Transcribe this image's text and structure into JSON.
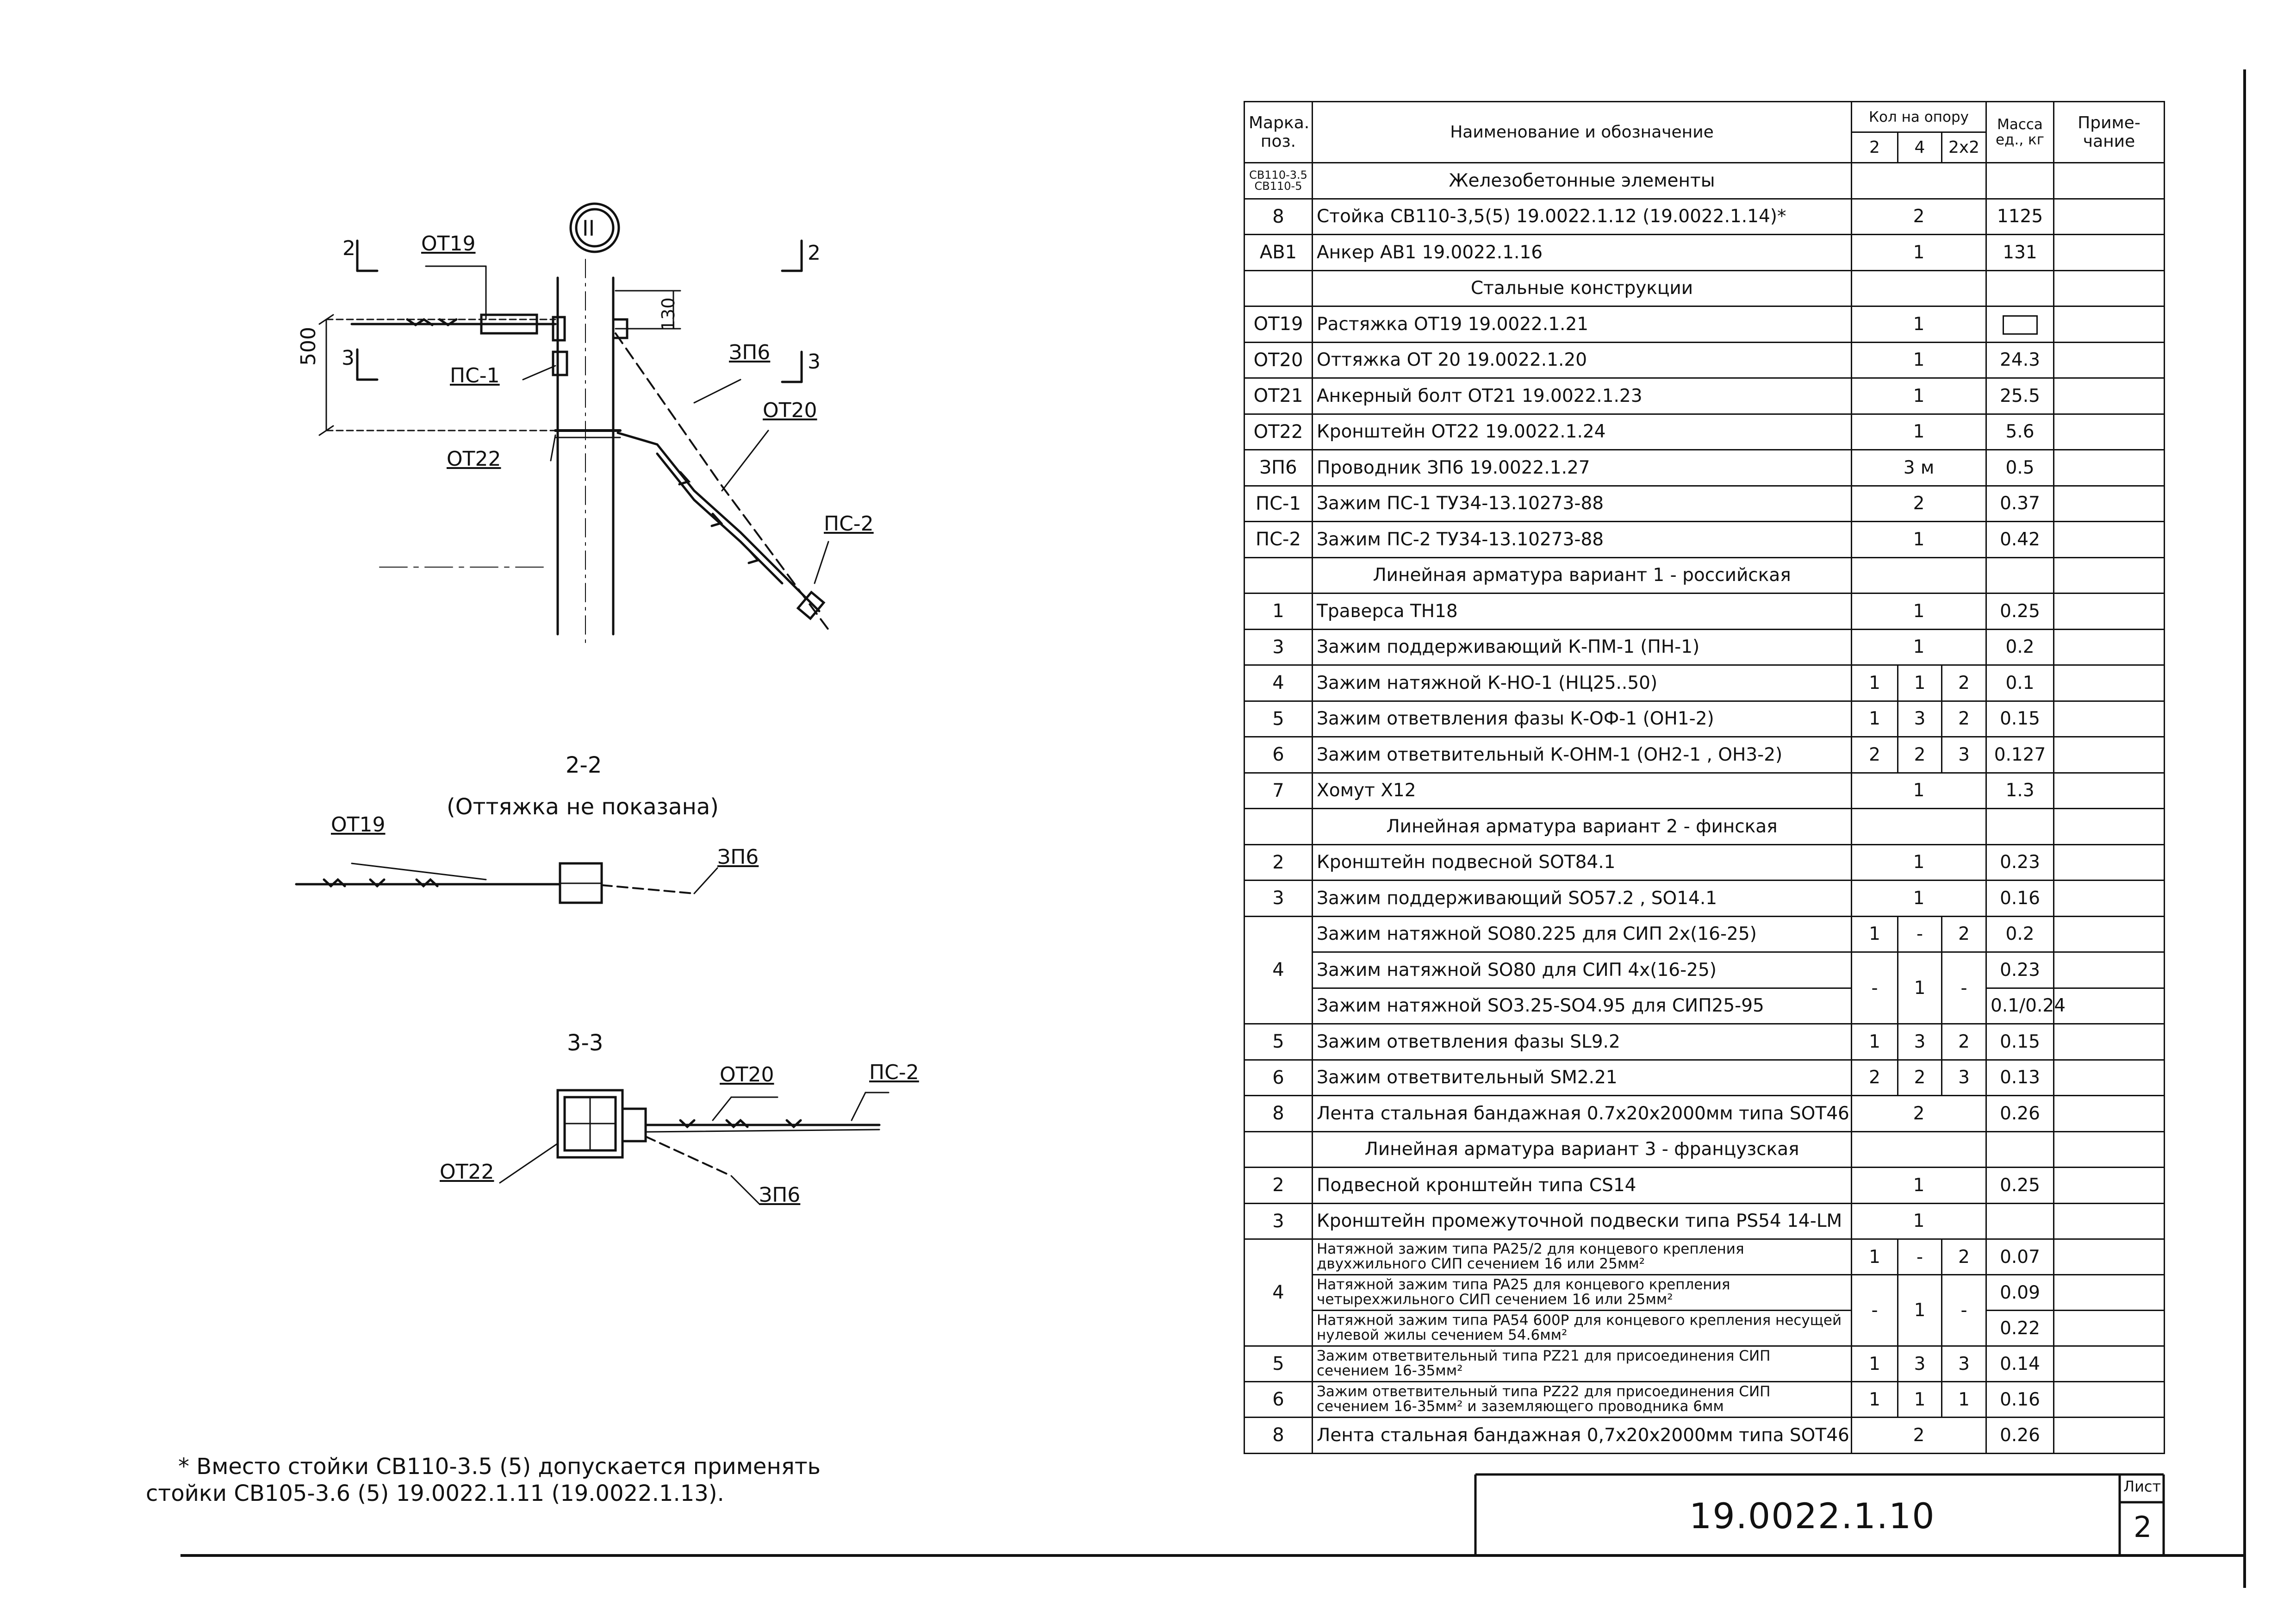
{
  "drawings": {
    "callout": "II",
    "main": {
      "labels": [
        "ОТ19",
        "ПС-1",
        "ЗП6",
        "ОТ20",
        "ОТ22",
        "ПС-2"
      ],
      "dims": {
        "height": "500",
        "small": "130"
      },
      "section_marks": [
        "2",
        "2",
        "3",
        "3"
      ]
    },
    "section_22": {
      "title": "2-2",
      "subtitle": "(Оттяжка не показана)",
      "labels": [
        "ОТ19",
        "ЗП6"
      ]
    },
    "section_33": {
      "title": "3-3",
      "labels": [
        "ОТ20",
        "ПС-2",
        "ОТ22",
        "ЗП6"
      ]
    }
  },
  "table": {
    "headers": {
      "mark": "Марка. поз.",
      "name": "Наименование и обозначение",
      "qty": "Кол на опору",
      "qty_cols": [
        "2",
        "4",
        "2x2"
      ],
      "mass": "Масса ед., кг",
      "note": "Приме- чание"
    },
    "rows": [
      {
        "kind": "section",
        "mark": "СВ110-3.5 СВ110-5",
        "name": "Железобетонные элементы"
      },
      {
        "mark": "8",
        "name": "Стойка СВ110-3,5(5) 19.0022.1.12 (19.0022.1.14)*",
        "qty": "2",
        "mass": "1125"
      },
      {
        "mark": "АВ1",
        "name": "Анкер АВ1 19.0022.1.16",
        "qty": "1",
        "mass": "131"
      },
      {
        "kind": "section",
        "mark": "",
        "name": "Стальные конструкции"
      },
      {
        "mark": "ОТ19",
        "name": "Растяжка ОТ19 19.0022.1.21",
        "qty": "1",
        "mass": ""
      },
      {
        "mark": "ОТ20",
        "name": "Оттяжка ОТ 20 19.0022.1.20",
        "qty": "1",
        "mass": "24.3"
      },
      {
        "mark": "ОТ21",
        "name": "Анкерный болт ОТ21 19.0022.1.23",
        "qty": "1",
        "mass": "25.5"
      },
      {
        "mark": "ОТ22",
        "name": "Кронштейн ОТ22 19.0022.1.24",
        "qty": "1",
        "mass": "5.6"
      },
      {
        "mark": "ЗП6",
        "name": "Проводник ЗП6 19.0022.1.27",
        "qty": "3 м",
        "mass": "0.5"
      },
      {
        "mark": "ПС-1",
        "name": "Зажим ПС-1 ТУ34-13.10273-88",
        "qty": "2",
        "mass": "0.37"
      },
      {
        "mark": "ПС-2",
        "name": "Зажим ПС-2 ТУ34-13.10273-88",
        "qty": "1",
        "mass": "0.42"
      },
      {
        "kind": "section",
        "mark": "",
        "name": "Линейная арматура вариант 1 - российская"
      },
      {
        "mark": "1",
        "name": "Траверса ТН18",
        "qty": "1",
        "mass": "0.25"
      },
      {
        "mark": "3",
        "name": "Зажим поддерживающий К-ПМ-1 (ПН-1)",
        "qty": "1",
        "mass": "0.2"
      },
      {
        "mark": "4",
        "name": "Зажим натяжной К-НО-1 (НЦ25..50)",
        "q2": "1",
        "q4": "1",
        "q22": "2",
        "mass": "0.1"
      },
      {
        "mark": "5",
        "name": "Зажим ответвления фазы К-ОФ-1 (ОН1-2)",
        "q2": "1",
        "q4": "3",
        "q22": "2",
        "mass": "0.15"
      },
      {
        "mark": "6",
        "name": "Зажим ответвительный К-ОНМ-1 (ОН2-1 , ОН3-2)",
        "q2": "2",
        "q4": "2",
        "q22": "3",
        "mass": "0.127"
      },
      {
        "mark": "7",
        "name": "Хомут Х12",
        "qty": "1",
        "mass": "1.3"
      },
      {
        "kind": "section",
        "mark": "",
        "name": "Линейная арматура вариант 2 - финская"
      },
      {
        "mark": "2",
        "name": "Кронштейн подвесной SOT84.1",
        "qty": "1",
        "mass": "0.23"
      },
      {
        "mark": "3",
        "name": "Зажим поддерживающий SO57.2 , SO14.1",
        "qty": "1",
        "mass": "0.16"
      },
      {
        "mark": "4",
        "name": "Зажим натяжной SO80.225 для СИП 2х(16-25)",
        "q2": "1",
        "q4": "-",
        "q22": "2",
        "mass": "0.2"
      },
      {
        "mark": "",
        "name": "Зажим натяжной SO80 для СИП 4х(16-25)",
        "q2": "-",
        "q4": "1",
        "q22": "-",
        "mass": "0.23"
      },
      {
        "mark": "",
        "name": "Зажим натяжной SO3.25-SO4.95 для СИП25-95",
        "mass": "0.1/0.24"
      },
      {
        "mark": "5",
        "name": "Зажим ответвления фазы SL9.2",
        "q2": "1",
        "q4": "3",
        "q22": "2",
        "mass": "0.15"
      },
      {
        "mark": "6",
        "name": "Зажим ответвительный SM2.21",
        "q2": "2",
        "q4": "2",
        "q22": "3",
        "mass": "0.13"
      },
      {
        "mark": "8",
        "name": "Лента стальная бандажная 0.7х20х2000мм типа SOT46",
        "qty": "2",
        "mass": "0.26"
      },
      {
        "kind": "section",
        "mark": "",
        "name": "Линейная арматура вариант 3 - французская"
      },
      {
        "mark": "2",
        "name": "Подвесной кронштейн типа CS14",
        "qty": "1",
        "mass": "0.25"
      },
      {
        "mark": "3",
        "name": "Кронштейн промежуточной подвески типа PS54 14-LM",
        "qty": "1",
        "mass": ""
      },
      {
        "mark": "4",
        "name": "Натяжной зажим типа PA25/2 для концевого крепления двухжильного СИП сечением 16 или 25мм²",
        "q2": "1",
        "q4": "-",
        "q22": "2",
        "mass": "0.07",
        "small": true
      },
      {
        "mark": "",
        "name": "Натяжной зажим типа PA25 для концевого крепления четырехжильного СИП сечением 16 или 25мм²",
        "q2": "-",
        "q4": "1",
        "q22": "-",
        "mass": "0.09",
        "small": true
      },
      {
        "mark": "",
        "name": "Натяжной зажим типа PA54 600P для концевого крепления несущей нулевой жилы сечением 54.6мм²",
        "mass": "0.22",
        "small": true
      },
      {
        "mark": "5",
        "name": "Зажим ответвительный типа PZ21 для присоединения СИП сечением 16-35мм²",
        "q2": "1",
        "q4": "3",
        "q22": "3",
        "mass": "0.14",
        "small": true
      },
      {
        "mark": "6",
        "name": "Зажим ответвительный типа PZ22 для присоединения СИП сечением 16-35мм² и заземляющего проводника 6мм",
        "q2": "1",
        "q4": "1",
        "q22": "1",
        "mass": "0.16",
        "small": true
      },
      {
        "mark": "8",
        "name": "Лента стальная бандажная 0,7х20х2000мм типа SOT46",
        "qty": "2",
        "mass": "0.26"
      }
    ]
  },
  "footnote": {
    "line1": "* Вместо стойки СВ110-3.5 (5) допускается применять",
    "line2": "стойки СВ105-3.6 (5) 19.0022.1.11 (19.0022.1.13)."
  },
  "title_block": {
    "code": "19.0022.1.10",
    "sheet_label": "Лист",
    "sheet": "2"
  }
}
